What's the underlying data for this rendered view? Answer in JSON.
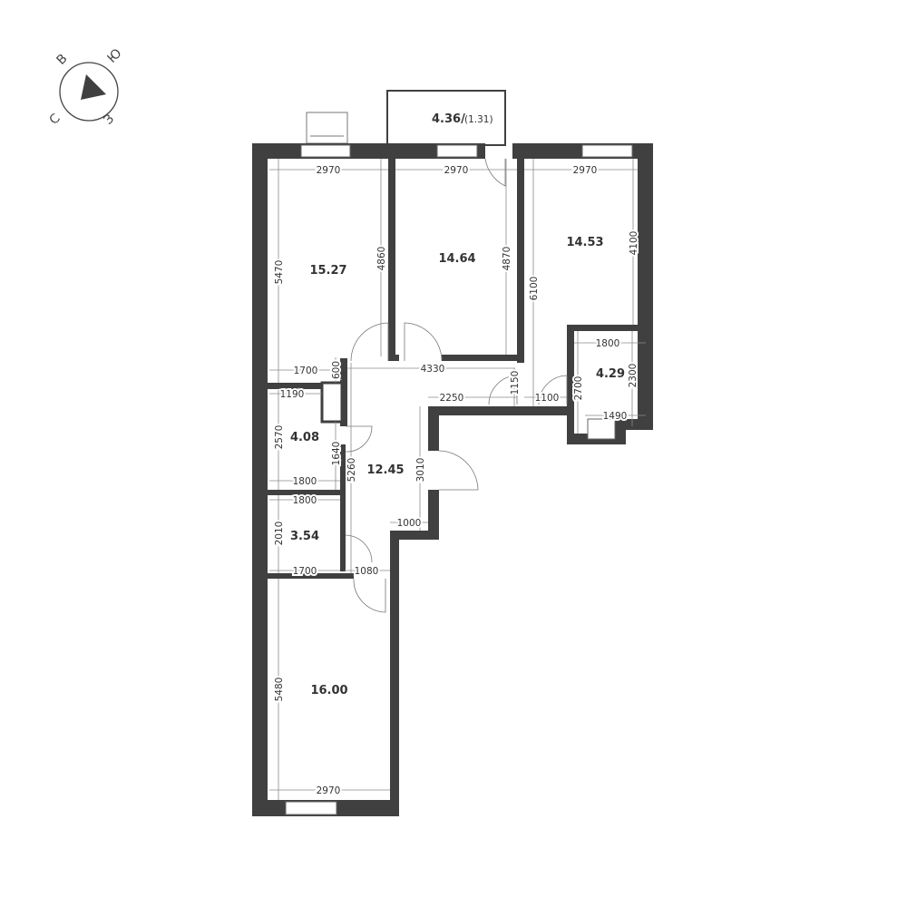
{
  "compass": {
    "north": "С",
    "east": "В",
    "south": "Ю",
    "west": "З"
  },
  "rooms": {
    "balcony": "4.36/",
    "balcony_reduced": "(1.31)",
    "bedroom_1": "15.27",
    "bedroom_2": "14.64",
    "bedroom_3": "14.53",
    "bathroom_1": "4.29",
    "bathroom_2": "4.08",
    "wc": "3.54",
    "hall": "12.45",
    "living": "16.00"
  },
  "dims": {
    "d1": "2970",
    "d2": "2970",
    "d3": "2970",
    "d4": "2970",
    "d5": "5470",
    "d6": "4860",
    "d7": "4870",
    "d8": "6100",
    "d9": "4100",
    "d10": "1800",
    "d11": "2700",
    "d12": "2300",
    "d13": "1490",
    "d14": "1700",
    "d15": "600",
    "d16": "4330",
    "d17": "1150",
    "d18": "2250",
    "d19": "1100",
    "d20": "1190",
    "d21": "2570",
    "d22": "1640",
    "d23": "5260",
    "d24": "3010",
    "d25": "1800",
    "d26": "1800",
    "d27": "2010",
    "d28": "1000",
    "d29": "1700",
    "d30": "1080",
    "d31": "5480"
  }
}
